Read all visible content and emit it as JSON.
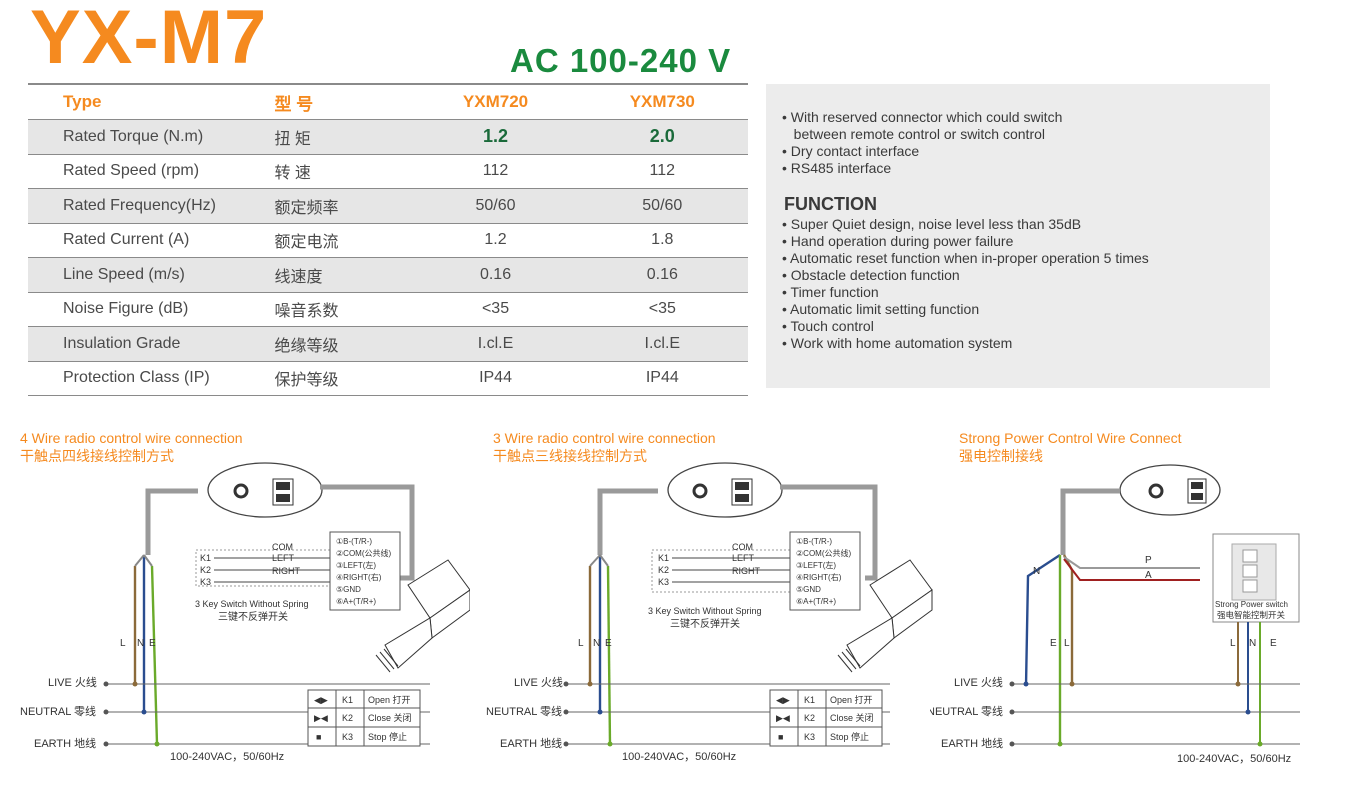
{
  "title": "YX-M7",
  "voltage": "AC 100-240 V",
  "spec_table": {
    "header": {
      "en": "Type",
      "cn": "型 号",
      "m1": "YXM720",
      "m2": "YXM730"
    },
    "rows": [
      {
        "en": "Rated Torque (N.m)",
        "cn": "扭 矩",
        "m1": "1.2",
        "m2": "2.0"
      },
      {
        "en": "Rated Speed (rpm)",
        "cn": "转 速",
        "m1": "112",
        "m2": "112"
      },
      {
        "en": "Rated Frequency(Hz)",
        "cn": "额定频率",
        "m1": "50/60",
        "m2": "50/60"
      },
      {
        "en": "Rated Current (A)",
        "cn": "额定电流",
        "m1": "1.2",
        "m2": "1.8"
      },
      {
        "en": "Line Speed (m/s)",
        "cn": "线速度",
        "m1": "0.16",
        "m2": "0.16"
      },
      {
        "en": "Noise Figure (dB)",
        "cn": "噪音系数",
        "m1": "<35",
        "m2": "<35"
      },
      {
        "en": "Insulation Grade",
        "cn": "绝缘等级",
        "m1": "I.cl.E",
        "m2": "I.cl.E"
      },
      {
        "en": "Protection Class (IP)",
        "cn": "保护等级",
        "m1": "IP44",
        "m2": "IP44"
      }
    ]
  },
  "features": {
    "interface_items": [
      "• With reserved connector which could switch",
      "   between remote control or switch control",
      "• Dry contact interface",
      "• RS485 interface"
    ],
    "function_title": "FUNCTION",
    "function_items": [
      "• Super Quiet design, noise level less than 35dB",
      "• Hand operation during power failure",
      "• Automatic reset function when in-proper operation 5 times",
      "• Obstacle detection function",
      "• Timer function",
      "• Automatic limit setting function",
      "• Touch control",
      "• Work with home automation system"
    ]
  },
  "diagrams": [
    {
      "title_en": "4 Wire radio control wire connection",
      "title_cn": "干触点四线接线控制方式",
      "switch_caption_en": "3 Key Switch Without Spring",
      "switch_caption_cn": "三键不反弹开关",
      "supply": "100-240VAC，50/60Hz"
    },
    {
      "title_en": "3 Wire radio control wire connection",
      "title_cn": "干触点三线接线控制方式",
      "switch_caption_en": "3 Key Switch Without Spring",
      "switch_caption_cn": "三键不反弹开关",
      "supply": "100-240VAC，50/60Hz"
    },
    {
      "title_en": "Strong Power Control Wire Connect",
      "title_cn": "强电控制接线",
      "switch_caption_en": "Strong Power switch",
      "switch_caption_cn": "强电智能控制开关",
      "supply": "100-240VAC，50/60Hz"
    }
  ],
  "wiring_labels": {
    "live": "LIVE 火线",
    "neutral": "NEUTRAL 零线",
    "earth": "EARTH 地线",
    "l": "L",
    "n": "N",
    "e": "E",
    "p": "P",
    "a": "A",
    "com": "COM",
    "left": "LEFT",
    "right": "RIGHT",
    "k1": "K1",
    "k2": "K2",
    "k3": "K3",
    "pins": [
      "①B-(T/R-)",
      "②COM(公共线)",
      "③LEFT(左)",
      "④RIGHT(右)",
      "⑤GND",
      "⑥A+(T/R+)"
    ]
  },
  "key_legend": [
    {
      "key": "K1",
      "action": "Open 打开",
      "symbol": "◀▶"
    },
    {
      "key": "K2",
      "action": "Close 关闭",
      "symbol": "▶◀"
    },
    {
      "key": "K3",
      "action": "Stop  停止",
      "symbol": "■"
    }
  ],
  "colors": {
    "orange": "#f58a1f",
    "green": "#1a8a3e",
    "live_wire": "#8b6a3a",
    "neutral_wire": "#2a4d8f",
    "earth_wire": "#6aaa2a",
    "a_wire": "#a02020"
  }
}
